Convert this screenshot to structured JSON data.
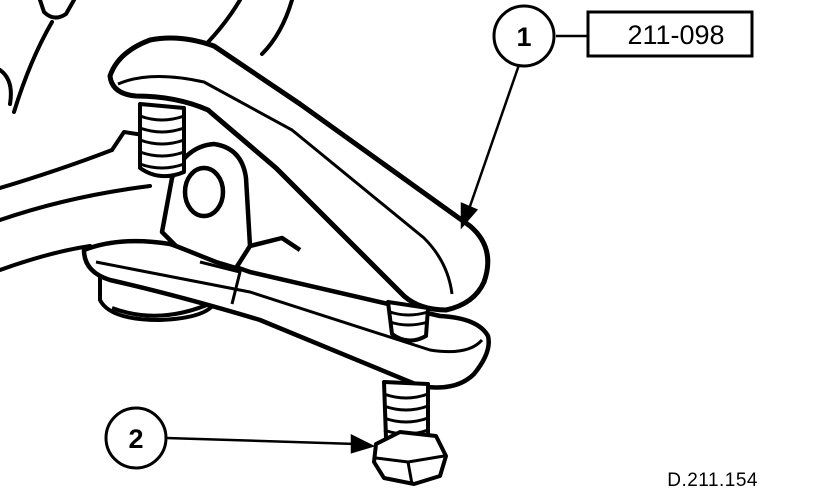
{
  "callouts": [
    {
      "number": "1"
    },
    {
      "number": "2"
    }
  ],
  "tool_part_number": "211-098",
  "figure_code": "D.211.154"
}
